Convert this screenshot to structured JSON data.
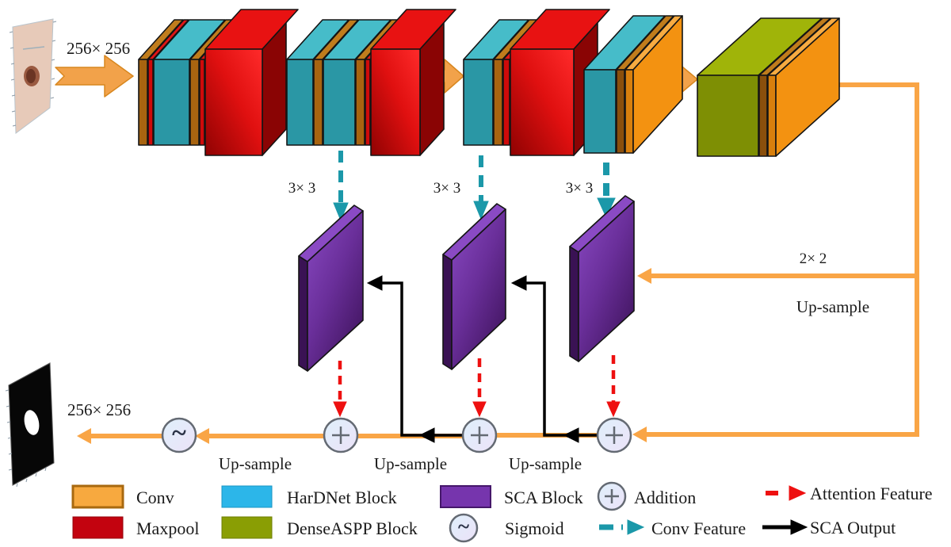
{
  "diagram": {
    "input_size_label": "256× 256",
    "output_size_label": "256× 256",
    "kernel_labels": [
      "3× 3",
      "3× 3",
      "3× 3"
    ],
    "upsample_kernel_label": "2× 2",
    "upsample_side_label": "Up-sample",
    "upsample_bottom_labels": [
      "Up-sample",
      "Up-sample",
      "Up-sample"
    ],
    "sigmoid_symbol": "~",
    "addition_symbol": "+"
  },
  "legend": {
    "row1": [
      {
        "label": "Conv",
        "swatch_color": "#f7a93f"
      },
      {
        "label": "HarDNet Block",
        "swatch_color": "#2cb6e9"
      },
      {
        "label": "SCA Block",
        "swatch_color": "#7635ad"
      },
      {
        "label": "Addition",
        "symbol": "+"
      },
      {
        "label": "Attention Feature",
        "arrow_color": "#ee1010",
        "arrow_style": "dashed"
      }
    ],
    "row2": [
      {
        "label": "Maxpool",
        "swatch_color": "#c3030f"
      },
      {
        "label": "DenseASPP Block",
        "swatch_color": "#8a9e04"
      },
      {
        "label": "Sigmoid",
        "symbol": "~"
      },
      {
        "label": "Conv Feature",
        "arrow_color": "#1b98a9",
        "arrow_style": "dashed"
      },
      {
        "label": "SCA Output",
        "arrow_color": "#000000",
        "arrow_style": "solid"
      }
    ]
  },
  "colors": {
    "conv_orange": "#f39211",
    "maxpool_red": "#d80f0f",
    "hardnet_teal": "#2a97a5",
    "denseaspp_green": "#7e8f04",
    "sca_purple": "#6a2f9a",
    "connector_orange": "#f9a546",
    "conv_feature_teal": "#1b98a9",
    "attention_red": "#ee1010",
    "sca_output_black": "#000000"
  }
}
